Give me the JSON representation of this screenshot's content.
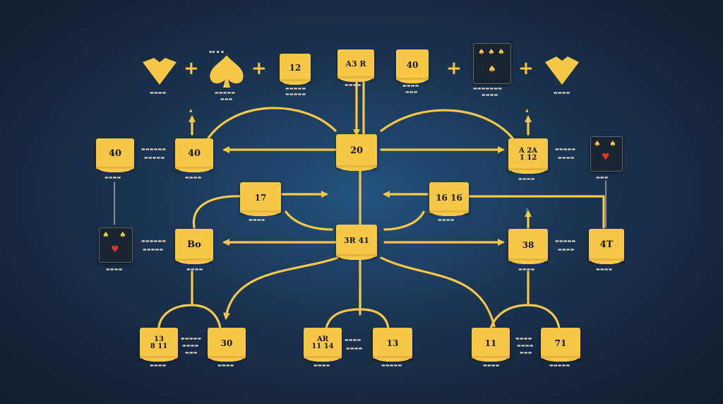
{
  "colors": {
    "accent": "#f7c748",
    "card_pip": "#f7c748",
    "card_heart": "#d9342b",
    "background": "#1b3654"
  },
  "top_row": {
    "plus_symbol": "+",
    "spade_label": "",
    "box_a": "12",
    "box_b": "A3 R",
    "box_c": "40",
    "box_b_caption": "",
    "box_c_caption": ""
  },
  "hub": {
    "label": "20"
  },
  "center": {
    "label": "3R 41"
  },
  "left": {
    "box_40_outer": "40",
    "box_40_inner": "40",
    "box_bo": "Bo"
  },
  "right": {
    "box_a2": "A 2A\n1 12",
    "box_38": "38",
    "box_4t": "4T"
  },
  "middle": {
    "box_17": "17",
    "box_1616": "16 16"
  },
  "bottom": {
    "box_1": "13\n8 11",
    "box_2": "30",
    "box_3": "AR\n11 14",
    "box_4": "13",
    "box_5": "11",
    "box_6": "71"
  },
  "icons": [
    "heart-shape-icon",
    "spade-icon",
    "card-icon",
    "card-heart-icon"
  ]
}
